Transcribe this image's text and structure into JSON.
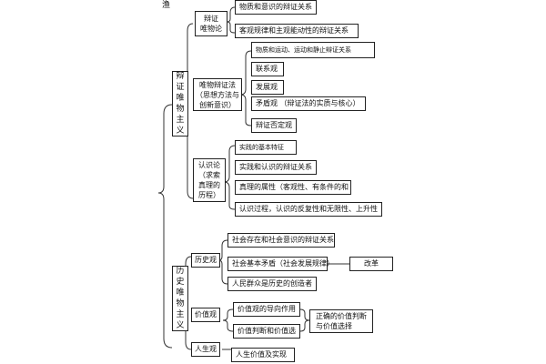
{
  "corner_text": "渔",
  "root_left": {
    "dialectical": "辩\n证\n唯\n物\n主\n义",
    "historical": "历\n史\n唯\n物\n主\n义"
  },
  "mid": {
    "materialism": "辩证\n唯物论",
    "dialectics": "唯物辩证法\n（思想方法与\n创新意识）",
    "epistemology": "认识论\n（求索\n真理的\n历程）",
    "view_history": "历史观",
    "view_value": "价值观",
    "view_life": "人生观"
  },
  "leaves": {
    "matter_consciousness": "物质和意识的辩证关系",
    "objective_law": "客观规律和主观能动性的辩证关系",
    "matter_motion": "物质和运动、运动和静止辩证关系",
    "connection": "联系观",
    "development": "发展观",
    "contradiction": "矛盾观 （辩证法的实质与核心）",
    "negation": "辩证否定观",
    "practice_features": "实践的基本特征",
    "practice_cognition": "实践和认识的辩证关系",
    "truth_attributes": "真理的属性（客观性、有条件的和",
    "cognition_process": "认识过程，认识的反复性和无限性、上升性",
    "social_existence": "社会存在和社会意识的辩证关系",
    "basic_contradiction": "社会基本矛盾（社会发展规律）",
    "reform": "改革",
    "people_creators": "人民群众是历史的创造者",
    "value_guidance": "价值观的导向作用",
    "value_judgment": "价值判断和价值选",
    "correct_value": "正确的价值判断\n与价值选择",
    "life_value": "人生价值及实现"
  }
}
